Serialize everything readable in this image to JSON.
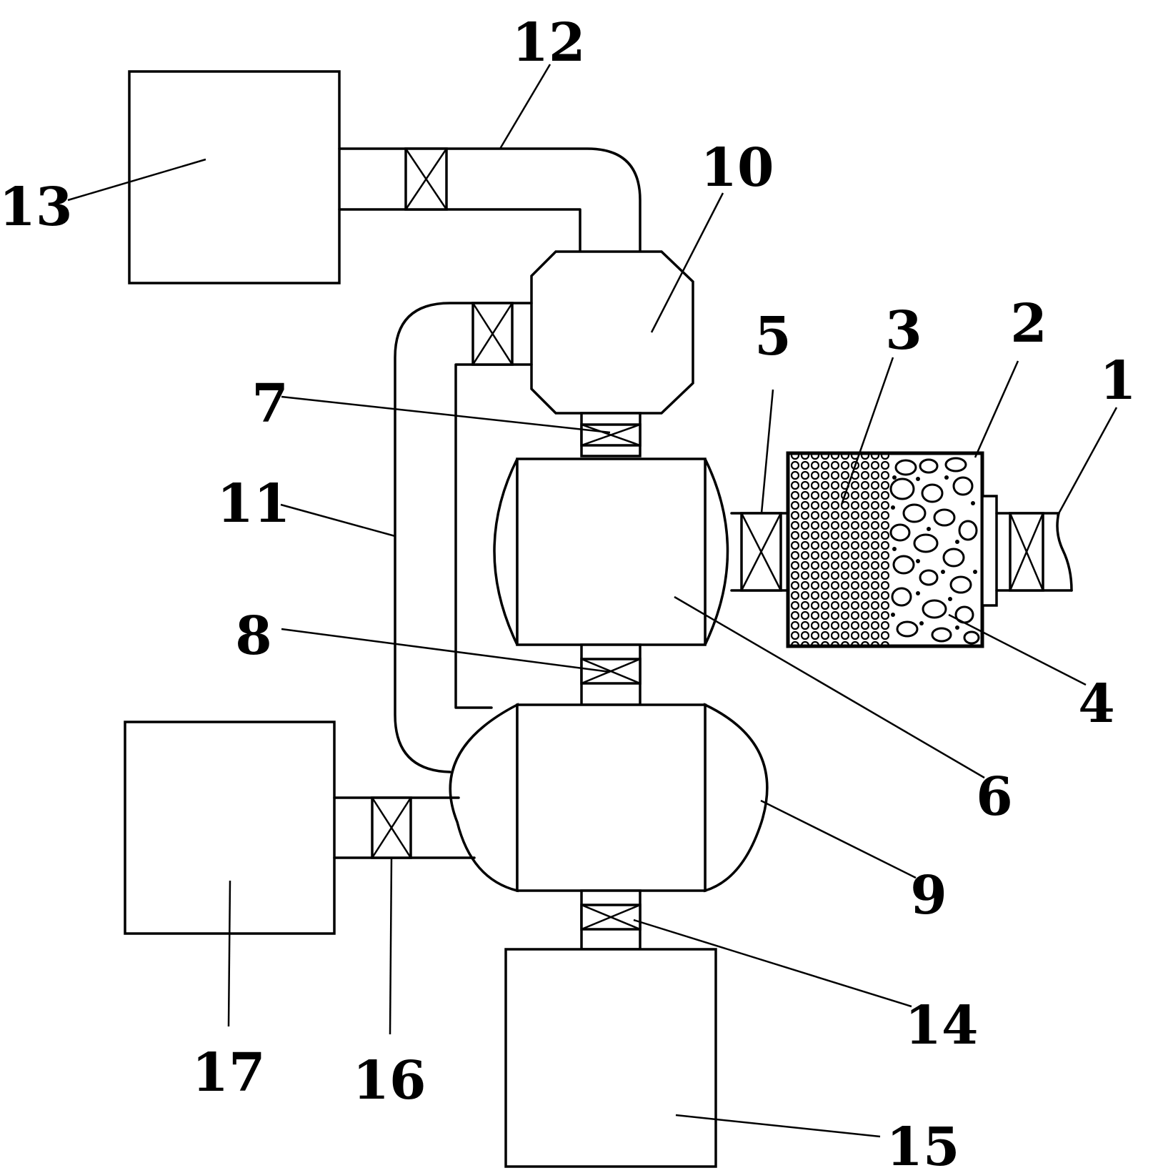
{
  "labels": {
    "l1": "1",
    "l2": "2",
    "l3": "3",
    "l4": "4",
    "l5": "5",
    "l6": "6",
    "l7": "7",
    "l8": "8",
    "l9": "9",
    "l10": "10",
    "l11": "11",
    "l12": "12",
    "l13": "13",
    "l14": "14",
    "l15": "15",
    "l16": "16",
    "l17": "17"
  },
  "colors": {
    "line": "#000000",
    "background": "#ffffff"
  }
}
